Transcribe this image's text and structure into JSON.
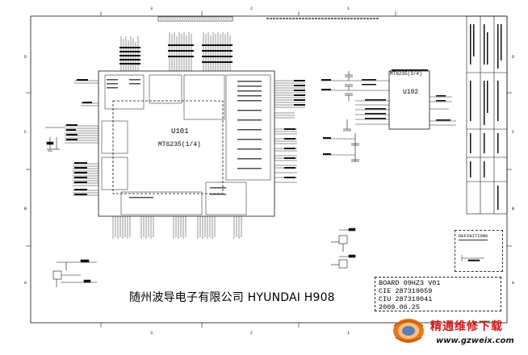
{
  "watermark_text": "随州波导电子有限公司 HYUNDAI H908",
  "board_info": {
    "lines": [
      "BOARD 09HZ3 V01",
      "CIE 287319059",
      "CIU 287319041",
      "2009.06.25"
    ]
  },
  "definitions_title": "DEFINITIONS",
  "main_chip": {
    "ref": "U101",
    "part": "MT6235(1/4)"
  },
  "second_chip": {
    "ref": "U102",
    "part": "MT6235(3/4)"
  },
  "site": {
    "title": "精通维修下载",
    "url": "www.gzweix.com"
  },
  "colors": {
    "line": "#111111",
    "brand_red": "#d01818",
    "logo_orange": "#e8791c"
  },
  "icons": {
    "logo": "site-logo-icon"
  }
}
